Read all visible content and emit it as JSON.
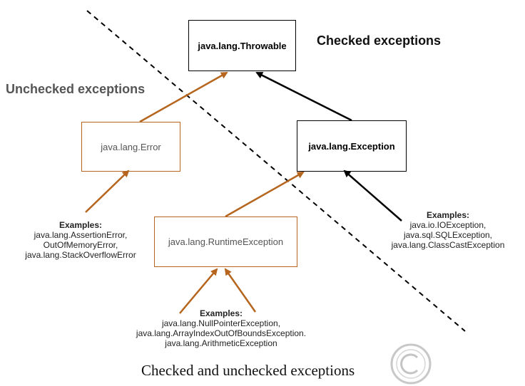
{
  "headings": {
    "checked": "Checked exceptions",
    "unchecked": "Unchecked exceptions"
  },
  "nodes": {
    "throwable": "java.lang.Throwable",
    "error": "java.lang.Error",
    "exception": "java.lang.Exception",
    "runtime": "java.lang.RuntimeException"
  },
  "examples": {
    "error": {
      "title": "Examples:",
      "lines": [
        "java.lang.AssertionError,",
        "OutOfMemoryError,",
        "java.lang.StackOverflowError"
      ]
    },
    "exception": {
      "title": "Examples:",
      "lines": [
        "java.io.IOException,",
        "java.sql.SQLException,",
        "java.lang.ClassCastException"
      ]
    },
    "runtime": {
      "title": "Examples:",
      "lines": [
        "java.lang.NullPointerException,",
        "java.lang.ArrayIndexOutOfBoundsException.",
        "java.lang.ArithmeticException"
      ]
    }
  },
  "caption": "Checked and unchecked exceptions",
  "colors": {
    "checked_edge": "#000000",
    "unchecked_edge": "#b5651d",
    "divider": "#000000"
  },
  "icons": {
    "watermark": "copyright-circle-icon"
  }
}
